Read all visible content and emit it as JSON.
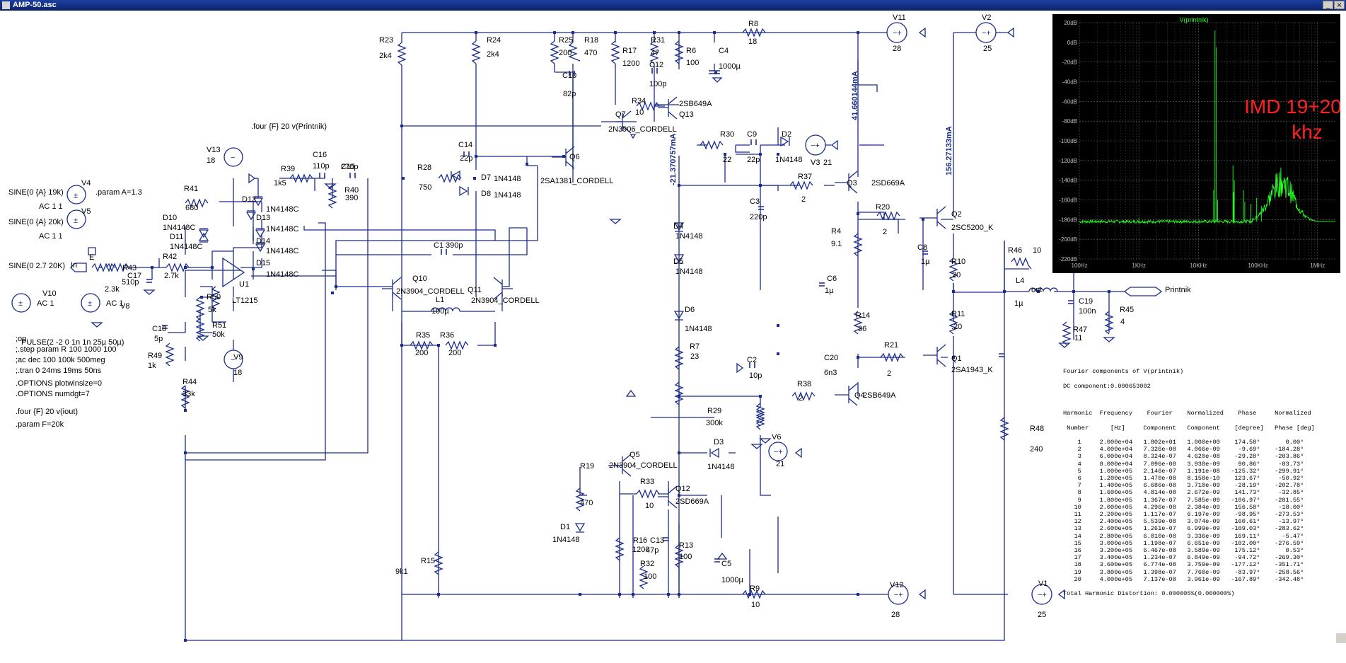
{
  "window": {
    "title": "AMP-50.asc",
    "minimize": "_",
    "close": "×"
  },
  "waveform": {
    "trace_label": "V(printnik)",
    "annotation_line1": "IMD 19+20",
    "annotation_line2": "khz",
    "y_ticks": [
      "20dB",
      "0dB",
      "-20dB",
      "-40dB",
      "-60dB",
      "-80dB",
      "-100dB",
      "-120dB",
      "-140dB",
      "-160dB",
      "-180dB",
      "-200dB",
      "-220dB"
    ],
    "x_ticks": [
      "100Hz",
      "1KHz",
      "10KHz",
      "100KHz",
      "1MHz"
    ],
    "colors": {
      "trace": "#22ff22",
      "annotation": "#ff2020",
      "background": "#000000",
      "grid": "#808080"
    }
  },
  "fourier": {
    "title": "Fourier components of V(printnik)",
    "dc": "DC component:0.000653002",
    "header1": "Harmonic  Frequency    Fourier    Normalized    Phase     Normalized",
    "header2": " Number      [Hz]     Component   Component    [degree]   Phase [deg]",
    "rows": [
      "    1     2.000e+04   1.802e+01   1.000e+00    174.58°       0.00°",
      "    2     4.000e+04   7.326e-08   4.066e-09     -9.69°    -184.28°",
      "    3     6.000e+04   8.324e-07   4.620e-08    -29.28°    -203.86°",
      "    4     8.000e+04   7.096e-08   3.938e-09     90.86°     -83.73°",
      "    5     1.000e+05   2.146e-07   1.191e-08   -125.32°    -299.91°",
      "    6     1.200e+05   1.470e-08   8.158e-10    123.67°     -50.92°",
      "    7     1.400e+05   6.686e-08   3.710e-09    -28.19°    -202.78°",
      "    8     1.600e+05   4.814e-08   2.672e-09    141.73°     -32.85°",
      "    9     1.800e+05   1.367e-07   7.585e-09   -106.97°    -281.55°",
      "   10     2.000e+05   4.296e-08   2.384e-09    156.58°     -18.00°",
      "   11     2.200e+05   1.117e-07   6.197e-09    -98.95°    -273.53°",
      "   12     2.400e+05   5.539e-08   3.074e-09    160.61°     -13.97°",
      "   13     2.600e+05   1.261e-07   6.999e-09   -109.03°    -283.62°",
      "   14     2.800e+05   6.010e-08   3.336e-09    169.11°      -5.47°",
      "   15     3.000e+05   1.198e-07   6.651e-09   -102.00°    -276.59°",
      "   16     3.200e+05   6.467e-08   3.589e-09    175.12°       0.53°",
      "   17     3.400e+05   1.234e-07   6.849e-09    -94.72°    -269.30°",
      "   18     3.600e+05   6.774e-08   3.759e-09   -177.12°    -351.71°",
      "   19     3.800e+05   1.398e-07   7.760e-09    -83.97°    -258.56°",
      "   20     4.000e+05   7.137e-08   3.961e-09   -167.89°    -342.48°"
    ],
    "thd": "Total Harmonic Distortion: 0.000005%(0.000000%)"
  },
  "directives": {
    "four_top": ".four {F} 20 v(Printnik)",
    "param_a": ".param A=1.3",
    "op": ";op",
    "step": ";.step param R 100 1000 100",
    "ac": ";ac dec 100 100k 500meg",
    "tran": ";.tran 0 24ms 19ms 50ns",
    "opt1": ".OPTIONS plotwinsize=0",
    "opt2": ".OPTIONS numdgt=7",
    "four_out": ".four {F} 20 v(iout)",
    "param_f": ".param F=20k"
  },
  "sources": {
    "v4_l1": "SINE(0 {A} 19k)",
    "v4_l2": "AC 1 1",
    "v5_l1": "SINE(0 {A} 20k)",
    "v5_l2": "AC 1 1",
    "in_src": "SINE(0 2.7 20K)",
    "pulse": "PULSE(2 -2 0 1n 1n 25µ 50µ)",
    "v10_ac": "AC 1",
    "v8_ac": "AC 1"
  },
  "components": [
    {
      "text": "R23"
    },
    {
      "text": "2k4"
    },
    {
      "text": "R24"
    },
    {
      "text": "2k4"
    },
    {
      "text": "R25"
    },
    {
      "text": "200"
    },
    {
      "text": "R18"
    },
    {
      "text": "470"
    },
    {
      "text": "R17"
    },
    {
      "text": "1200"
    },
    {
      "text": "R31"
    },
    {
      "text": "47"
    },
    {
      "text": "R6"
    },
    {
      "text": "100"
    },
    {
      "text": "C4"
    },
    {
      "text": "1000µ"
    },
    {
      "text": "R8"
    },
    {
      "text": "18"
    },
    {
      "text": "V11"
    },
    {
      "text": "28"
    },
    {
      "text": "V2"
    },
    {
      "text": "25"
    },
    {
      "text": "C10"
    },
    {
      "text": "82p"
    },
    {
      "text": "C12"
    },
    {
      "text": "100p"
    },
    {
      "text": "R34"
    },
    {
      "text": "10"
    },
    {
      "text": "2SB649A"
    },
    {
      "text": "Q13"
    },
    {
      "text": "Q7"
    },
    {
      "text": "2N3906_CORDELL"
    },
    {
      "text": "V13"
    },
    {
      "text": "18"
    },
    {
      "text": "C14"
    },
    {
      "text": "22p"
    },
    {
      "text": "Q6"
    },
    {
      "text": "2SA1381_CORDELL"
    },
    {
      "text": "R30"
    },
    {
      "text": "22"
    },
    {
      "text": "C9"
    },
    {
      "text": "22p"
    },
    {
      "text": "D2"
    },
    {
      "text": "1N4148"
    },
    {
      "text": "V3"
    },
    {
      "text": "21"
    },
    {
      "text": "C16"
    },
    {
      "text": "110p"
    },
    {
      "text": "C15"
    },
    {
      "text": "270p"
    },
    {
      "text": "R39"
    },
    {
      "text": "1k5"
    },
    {
      "text": "R40"
    },
    {
      "text": "390"
    },
    {
      "text": "R28"
    },
    {
      "text": "750"
    },
    {
      "text": "D7"
    },
    {
      "text": "1N4148"
    },
    {
      "text": "D8"
    },
    {
      "text": "1N4148"
    },
    {
      "text": "R37"
    },
    {
      "text": "2"
    },
    {
      "text": "Q3"
    },
    {
      "text": "2SD669A"
    },
    {
      "text": "R41"
    },
    {
      "text": "680"
    },
    {
      "text": "D12"
    },
    {
      "text": "1N4148C"
    },
    {
      "text": "D13"
    },
    {
      "text": "1N4148C"
    },
    {
      "text": "D10"
    },
    {
      "text": "1N4148C"
    },
    {
      "text": "D11"
    },
    {
      "text": "1N4148C"
    },
    {
      "text": "D14"
    },
    {
      "text": "1N4148C"
    },
    {
      "text": "D15"
    },
    {
      "text": "1N4148C"
    },
    {
      "text": "C3"
    },
    {
      "text": "220p"
    },
    {
      "text": "R20"
    },
    {
      "text": "2"
    },
    {
      "text": "Q2"
    },
    {
      "text": "2SC5200_K"
    },
    {
      "text": "D4"
    },
    {
      "text": "1N4148"
    },
    {
      "text": "R4"
    },
    {
      "text": "9.1"
    },
    {
      "text": "C8"
    },
    {
      "text": "1µ"
    },
    {
      "text": "R43"
    },
    {
      "text": "R42"
    },
    {
      "text": "2.7k"
    },
    {
      "text": "C17"
    },
    {
      "text": "510p"
    },
    {
      "text": "2.3k"
    },
    {
      "text": "C1"
    },
    {
      "text": "390p"
    },
    {
      "text": "D5"
    },
    {
      "text": "1N4148"
    },
    {
      "text": "R10"
    },
    {
      "text": ".20"
    },
    {
      "text": "R46"
    },
    {
      "text": "10"
    },
    {
      "text": "U1"
    },
    {
      "text": "LT1215"
    },
    {
      "text": "Q10"
    },
    {
      "text": "2N3904_CORDELL"
    },
    {
      "text": "Q11"
    },
    {
      "text": "2N3904_CORDELL"
    },
    {
      "text": "L1"
    },
    {
      "text": "100µ"
    },
    {
      "text": "C6"
    },
    {
      "text": "1µ"
    },
    {
      "text": "L4"
    },
    {
      "text": "1µ"
    },
    {
      "text": "out"
    },
    {
      "text": "Printnik"
    },
    {
      "text": "V10"
    },
    {
      "text": "V8"
    },
    {
      "text": "R50"
    },
    {
      "text": "5k"
    },
    {
      "text": "R51"
    },
    {
      "text": "50k"
    },
    {
      "text": "C19"
    },
    {
      "text": "100n"
    },
    {
      "text": "R45"
    },
    {
      "text": "4"
    },
    {
      "text": "R11"
    },
    {
      "text": ".20"
    },
    {
      "text": "D6"
    },
    {
      "text": "1N4148"
    },
    {
      "text": "R47"
    },
    {
      "text": "11"
    },
    {
      "text": "R35"
    },
    {
      "text": "200"
    },
    {
      "text": "R36"
    },
    {
      "text": "200"
    },
    {
      "text": "R14"
    },
    {
      "text": "36"
    },
    {
      "text": "C18"
    },
    {
      "text": "5p"
    },
    {
      "text": "R7"
    },
    {
      "text": "23"
    },
    {
      "text": "R49"
    },
    {
      "text": "1k"
    },
    {
      "text": "V9"
    },
    {
      "text": "18"
    },
    {
      "text": "R21"
    },
    {
      "text": "2"
    },
    {
      "text": "Q1"
    },
    {
      "text": "2SA1943_K"
    },
    {
      "text": "C20"
    },
    {
      "text": "6n3"
    },
    {
      "text": "C2"
    },
    {
      "text": "10p"
    },
    {
      "text": "R44"
    },
    {
      "text": "33k"
    },
    {
      "text": "R38"
    },
    {
      "text": "2"
    },
    {
      "text": "Q4"
    },
    {
      "text": "2SB649A"
    },
    {
      "text": "R29"
    },
    {
      "text": "300k"
    },
    {
      "text": "R48"
    },
    {
      "text": "240"
    },
    {
      "text": "D3"
    },
    {
      "text": "1N4148"
    },
    {
      "text": "V6"
    },
    {
      "text": "21"
    },
    {
      "text": "Q5"
    },
    {
      "text": "2N3904_CORDELL"
    },
    {
      "text": "R33"
    },
    {
      "text": "10"
    },
    {
      "text": "Q12"
    },
    {
      "text": "2SD669A"
    },
    {
      "text": "R19"
    },
    {
      "text": "470"
    },
    {
      "text": "D1"
    },
    {
      "text": "1N4148"
    },
    {
      "text": "R16"
    },
    {
      "text": "1200"
    },
    {
      "text": "C13"
    },
    {
      "text": "47p"
    },
    {
      "text": "R13"
    },
    {
      "text": "100"
    },
    {
      "text": "R15"
    },
    {
      "text": "9k1"
    },
    {
      "text": "R32"
    },
    {
      "text": "100"
    },
    {
      "text": "C5"
    },
    {
      "text": "1000µ"
    },
    {
      "text": "R9"
    },
    {
      "text": "10"
    },
    {
      "text": "V12"
    },
    {
      "text": "28"
    },
    {
      "text": "V1"
    },
    {
      "text": "25"
    },
    {
      "text": "In"
    },
    {
      "text": "E"
    },
    {
      "text": "V4"
    },
    {
      "text": "V5"
    }
  ],
  "currents": {
    "i1": "41.660144mA",
    "i2": "156.27133mA",
    "i3": "-21.370757mA"
  }
}
